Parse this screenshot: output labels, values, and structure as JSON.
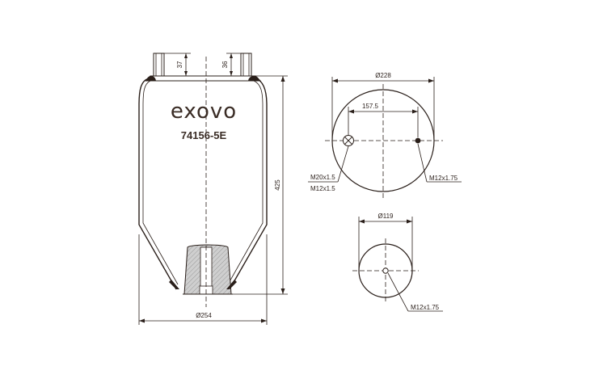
{
  "brand": "exovo",
  "part_number": "74156-5E",
  "side_view": {
    "height": "425",
    "base_diameter": "Ø254",
    "stud_left_height": "37",
    "stud_right_height": "36"
  },
  "top_view": {
    "diameter": "Ø228",
    "offset": "157.5",
    "label_port_1": "M20x1.5",
    "label_port_2": "M12x1.5",
    "label_stud": "M12x1.75"
  },
  "bottom_view": {
    "diameter": "Ø119",
    "label_thread": "M12x1.75"
  },
  "colors": {
    "line": "#2a1f1a",
    "text": "#3a2c25",
    "piston_fill": "#c9c9c9"
  }
}
